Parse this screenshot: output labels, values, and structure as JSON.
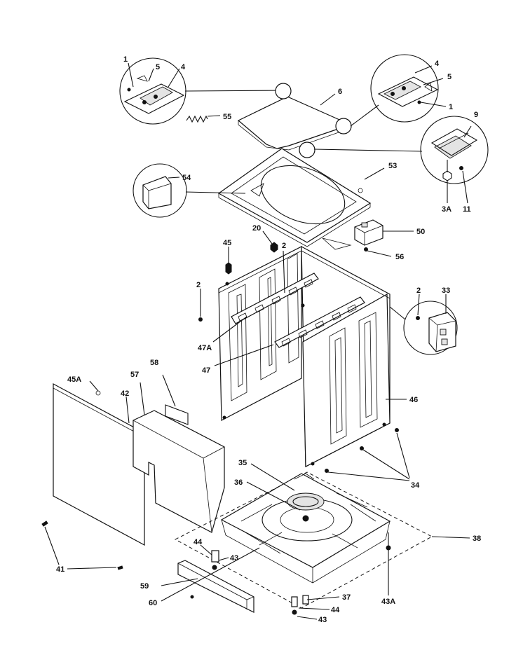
{
  "diagram": {
    "labels": {
      "l1a": "1",
      "l5a": "5",
      "l4a": "4",
      "l6": "6",
      "l55": "55",
      "l4b": "4",
      "l5b": "5",
      "l1b": "1",
      "l9": "9",
      "l53": "53",
      "l54": "54",
      "l3a": "3A",
      "l11": "11",
      "l20": "20",
      "l50": "50",
      "l45": "45",
      "l2a": "2",
      "l56": "56",
      "l2b": "2",
      "l2c": "2",
      "l33": "33",
      "l47a": "47A",
      "l47": "47",
      "l58": "58",
      "l45a": "45A",
      "l57": "57",
      "l42": "42",
      "l46": "46",
      "l35": "35",
      "l36": "36",
      "l34": "34",
      "l38": "38",
      "l44a": "44",
      "l43a": "43",
      "l41": "41",
      "l59": "59",
      "l60": "60",
      "l37": "37",
      "l44b": "44",
      "l43b": "43",
      "l43c": "43A"
    }
  }
}
